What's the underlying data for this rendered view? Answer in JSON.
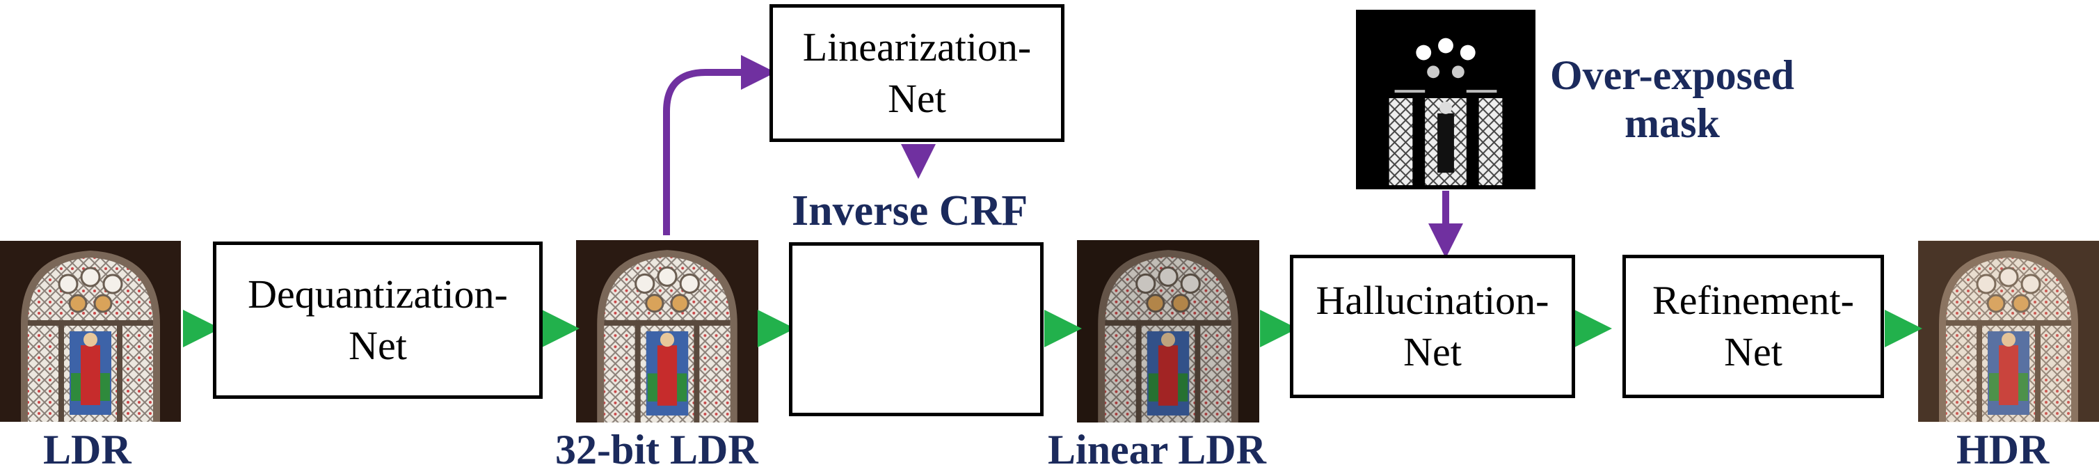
{
  "diagram": {
    "nodes": {
      "ldr_image": {
        "caption": "LDR"
      },
      "dequant_net": {
        "label": "Dequantization-\nNet"
      },
      "ldr32_image": {
        "caption": "32-bit LDR"
      },
      "linearization_net": {
        "label": "Linearization-\nNet"
      },
      "inverse_crf": {
        "title": "Inverse CRF"
      },
      "linear_ldr_image": {
        "caption": "Linear LDR"
      },
      "mask_image": {
        "caption": "Over-exposed\nmask"
      },
      "hallucination_net": {
        "label": "Hallucination-\nNet"
      },
      "refinement_net": {
        "label": "Refinement-\nNet"
      },
      "hdr_image": {
        "caption": "HDR"
      }
    },
    "colors": {
      "main_flow_arrow": "#22b14c",
      "side_flow_arrow": "#7030a0",
      "caption_text": "#1b2a5c",
      "curve": "#2e75b6"
    }
  }
}
